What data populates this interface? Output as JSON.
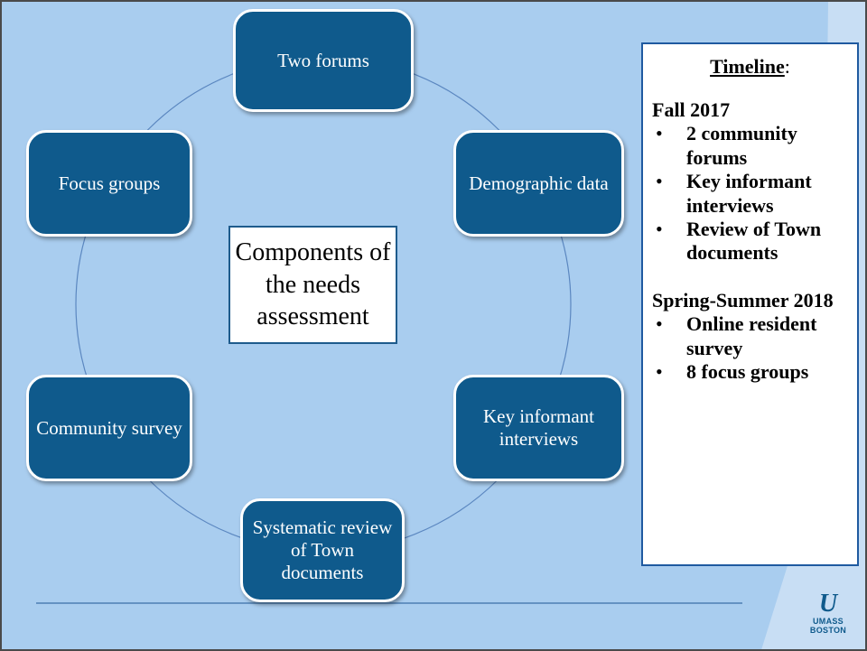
{
  "diagram": {
    "center_label": "Components of the needs assessment",
    "nodes": {
      "top": "Two forums",
      "upper_right": "Demographic data",
      "lower_right": "Key informant interviews",
      "bottom": "Systematic review of Town documents",
      "lower_left": "Community survey",
      "upper_left": "Focus groups"
    }
  },
  "timeline": {
    "heading": "Timeline",
    "heading_suffix": ":",
    "sections": [
      {
        "title": "Fall 2017",
        "items": [
          "2 community forums",
          "Key informant interviews",
          "Review of Town documents"
        ]
      },
      {
        "title": "Spring-Summer 2018",
        "items": [
          "Online resident survey",
          "8 focus groups"
        ]
      }
    ]
  },
  "logo": {
    "mark": "U",
    "line1": "UMASS",
    "line2": "BOSTON"
  },
  "colors": {
    "background": "#a9cdef",
    "node_fill": "#0f5a8c",
    "circle_line": "#5b87c0"
  }
}
